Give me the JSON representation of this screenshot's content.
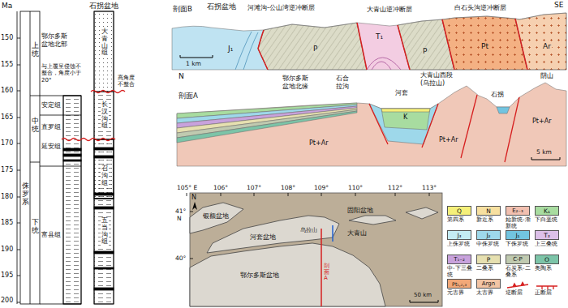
{
  "diagram": {
    "labels": [
      "Ma",
      "150",
      "155",
      "160",
      "165",
      "170",
      "175",
      "180",
      "185",
      "190",
      "195",
      "200",
      "侏罗系",
      "上统",
      "中统",
      "下统",
      "鄂尔多斯盆地北部",
      "与上覆呈侵蚀不整合，角度小于20°",
      "安定组",
      "直罗组",
      "延安组",
      "富县组",
      "石拐盆地",
      "大青山组",
      "高角度不整合",
      "长汉沟组",
      "召沟组",
      "五当沟组",
      "SE",
      "剖面B",
      "石拐盆地",
      "河滩沟-公山湾逆冲断层",
      "大青山逆冲断层",
      "白石头沟逆冲断层",
      "J₁",
      "P",
      "T₁",
      "P",
      "Pt",
      "Ar",
      "1 km",
      "N",
      "剖面A",
      "鄂尔多斯盆地北缘",
      "石合拉沟",
      "河套",
      "大青山西段(乌拉山)",
      "石拐",
      "阴山",
      "Pt+Ar",
      "Pt+Ar",
      "Pt+Ar",
      "5 km",
      "K",
      "105° E",
      "106°",
      "107°",
      "108°",
      "109°",
      "110°",
      "112°",
      "113°",
      "N",
      "41°",
      "N",
      "40°",
      "银额盆地",
      "河套盆地",
      "固阳盆地",
      "大青山",
      "乌拉山",
      "剖面A",
      "鄂尔多斯盆地",
      "50 km",
      "Q",
      "N",
      "E₂₋₃",
      "K₁",
      "J₃",
      "J₂",
      "J₁",
      "T₃",
      "T₁₋₂",
      "P",
      "C-P",
      "O",
      "Pt₁,₂,₃",
      "Argn"
    ],
    "legend": [
      {
        "text": "第四系",
        "color": "#f5f07a"
      },
      {
        "text": "新近系",
        "color": "#f7e0a0"
      },
      {
        "text": "始新统-渐新统",
        "color": "#f2c0b0"
      },
      {
        "text": "下白垩统",
        "color": "#a8dca0"
      },
      {
        "text": "上侏罗统",
        "color": "#c4ecf4"
      },
      {
        "text": "中侏罗统",
        "color": "#9ed8ea"
      },
      {
        "text": "下侏罗统",
        "color": "#72c4e0"
      },
      {
        "text": "上三叠统",
        "color": "#dcc0e8"
      },
      {
        "text": "中-下三叠统",
        "color": "#c8a2dc"
      },
      {
        "text": "二叠系",
        "color": "#e6e0b0"
      },
      {
        "text": "石炭系-二叠系",
        "color": "#c0cab0"
      },
      {
        "text": "奥陶系",
        "color": "#7cc4a8"
      },
      {
        "text": "元古界",
        "color": "#f2a878"
      },
      {
        "text": "太古界",
        "color": "#f3c4a4"
      },
      {
        "text": "逆断层"
      },
      {
        "text": "正断层"
      }
    ]
  }
}
